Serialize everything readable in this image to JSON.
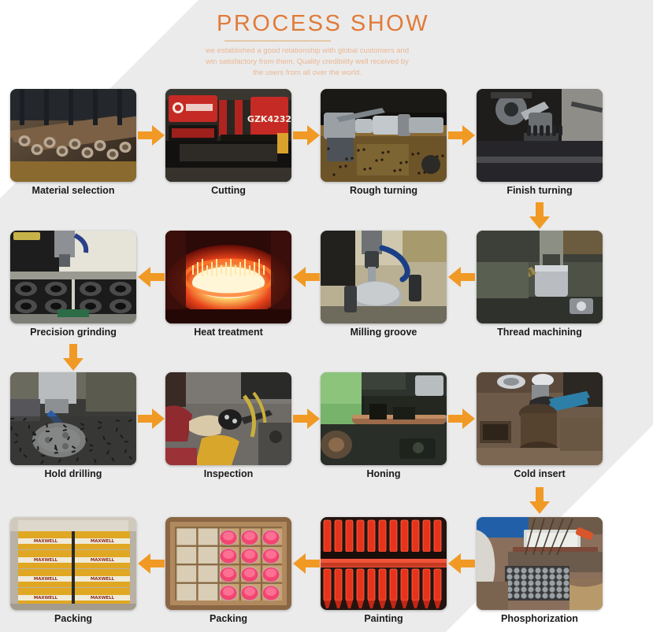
{
  "header": {
    "title": "PROCESS SHOW",
    "subtitle_lines": [
      "we established a good relationship with global customers and",
      "win satisfactory from them. Quality credibility well received by",
      "the users from all over the world."
    ]
  },
  "colors": {
    "title": "#e07b39",
    "title_rule": "#e3c9a8",
    "subtitle": "#eab795",
    "arrow": "#f09a25",
    "caption": "#1b1b1b",
    "panel_gray": "#e9e9e9",
    "background": "#ffffff"
  },
  "flow": {
    "row_directions": [
      "right",
      "left",
      "right",
      "left"
    ],
    "connector_sides": [
      "right",
      "left",
      "right"
    ]
  },
  "steps": [
    {
      "index": 1,
      "label": "Material selection",
      "row": 1,
      "col": 1,
      "image": "steel-bar-stock-rack"
    },
    {
      "index": 2,
      "label": "Cutting",
      "row": 1,
      "col": 2,
      "image": "red-band-saw-machine-gzk4232"
    },
    {
      "index": 3,
      "label": "Rough turning",
      "row": 1,
      "col": 3,
      "image": "lathe-rough-turning-chips"
    },
    {
      "index": 4,
      "label": "Finish turning",
      "row": 1,
      "col": 4,
      "image": "cnc-finish-turning-dark"
    },
    {
      "index": 5,
      "label": "Thread machining",
      "row": 2,
      "col": 4,
      "image": "thread-machining-spindle"
    },
    {
      "index": 6,
      "label": "Milling groove",
      "row": 2,
      "col": 3,
      "image": "milling-groove-coolant-hose"
    },
    {
      "index": 7,
      "label": "Heat treatment",
      "row": 2,
      "col": 2,
      "image": "glowing-induction-furnace"
    },
    {
      "index": 8,
      "label": "Precision grinding",
      "row": 2,
      "col": 1,
      "image": "grinding-machine-fixtures"
    },
    {
      "index": 9,
      "label": "Hold drilling",
      "row": 3,
      "col": 1,
      "image": "drilling-round-part-chips"
    },
    {
      "index": 10,
      "label": "Inspection",
      "row": 3,
      "col": 2,
      "image": "worker-inspecting-part"
    },
    {
      "index": 11,
      "label": "Honing",
      "row": 3,
      "col": 3,
      "image": "green-honing-machine"
    },
    {
      "index": 12,
      "label": "Cold insert",
      "row": 3,
      "col": 4,
      "image": "cold-insert-pliers-bench"
    },
    {
      "index": 13,
      "label": "Phosphorization",
      "row": 4,
      "col": 4,
      "image": "phosphorization-tank-basket"
    },
    {
      "index": 14,
      "label": "Painting",
      "row": 4,
      "col": 3,
      "image": "red-painted-jack-parts"
    },
    {
      "index": 15,
      "label": "Packing",
      "row": 4,
      "col": 2,
      "image": "pink-wrapped-parts-in-carton"
    },
    {
      "index": 16,
      "label": "Packing",
      "row": 4,
      "col": 1,
      "image": "stacked-maxwell-cartons-pallet"
    }
  ]
}
